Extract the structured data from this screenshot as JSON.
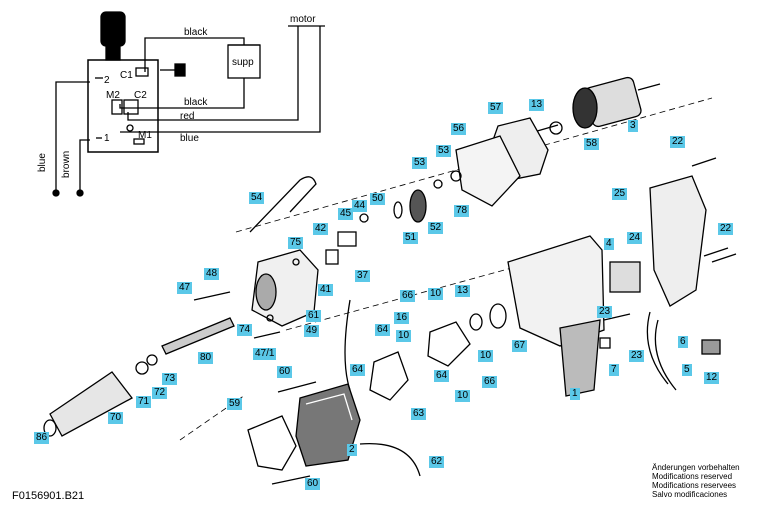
{
  "drawing_code": "F0156901.B21",
  "notes": [
    "Änderungen vorbehalten",
    "Modifications reserved",
    "Modifications reservees",
    "Salvo modificaciones"
  ],
  "wiring": {
    "motor": "motor",
    "black_top": "black",
    "supp": "supp",
    "c1": "C1",
    "c2": "C2",
    "m1": "M1",
    "m2": "M2",
    "two": "2",
    "one": "1",
    "black_mid": "black",
    "red": "red",
    "blue_right": "blue",
    "blue_left": "blue",
    "brown": "brown"
  },
  "labels": [
    "1",
    "2",
    "3",
    "4",
    "5",
    "6",
    "7",
    "10",
    "10",
    "10",
    "10",
    "12",
    "13",
    "13",
    "16",
    "22",
    "22",
    "23",
    "23",
    "24",
    "25",
    "37",
    "41",
    "42",
    "44",
    "45",
    "47",
    "47/1",
    "48",
    "49",
    "50",
    "51",
    "52",
    "53",
    "53",
    "54",
    "56",
    "57",
    "58",
    "59",
    "60",
    "60",
    "61",
    "62",
    "63",
    "64",
    "64",
    "64",
    "66",
    "66",
    "67",
    "70",
    "71",
    "72",
    "73",
    "74",
    "75",
    "78",
    "80",
    "86"
  ],
  "colors": {
    "label_bg": "#5bc8e8",
    "ink": "#000000"
  }
}
